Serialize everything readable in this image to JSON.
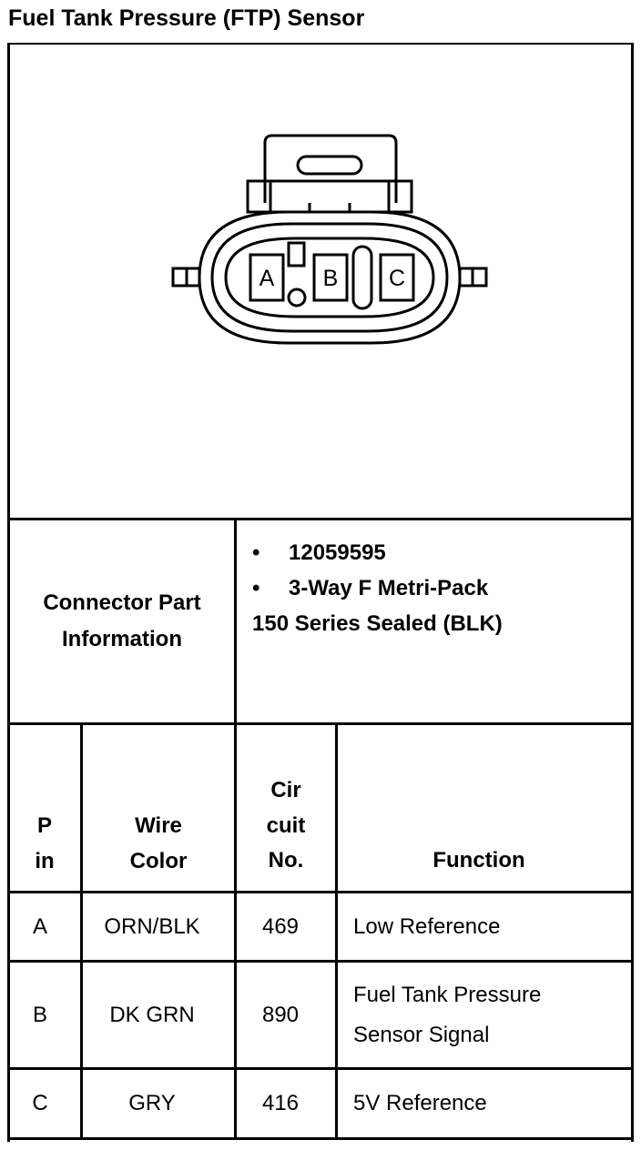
{
  "title": "Fuel Tank Pressure (FTP) Sensor",
  "connector": {
    "pin_labels": [
      "A",
      "B",
      "C"
    ],
    "icon": "connector-face-diagram"
  },
  "connector_part": {
    "label_line1": "Connector Part",
    "label_line2": "Information",
    "part_number": "12059595",
    "description_line1": "3-Way F Metri-Pack",
    "description_line2": "150 Series Sealed (BLK)",
    "bullet": "•"
  },
  "table": {
    "headers": {
      "pin": [
        "P",
        "in"
      ],
      "wire_color": [
        "Wire",
        "Color"
      ],
      "circuit": [
        "Cir",
        "cuit",
        "No."
      ],
      "function": "Function"
    },
    "rows": [
      {
        "pin": "A",
        "wire_color": "ORN/BLK",
        "circuit": "469",
        "function": [
          "Low Reference"
        ]
      },
      {
        "pin": "B",
        "wire_color": "DK GRN",
        "circuit": "890",
        "function": [
          "Fuel Tank Pressure",
          "Sensor Signal"
        ]
      },
      {
        "pin": "C",
        "wire_color": "GRY",
        "circuit": "416",
        "function": [
          "5V Reference"
        ]
      }
    ]
  }
}
